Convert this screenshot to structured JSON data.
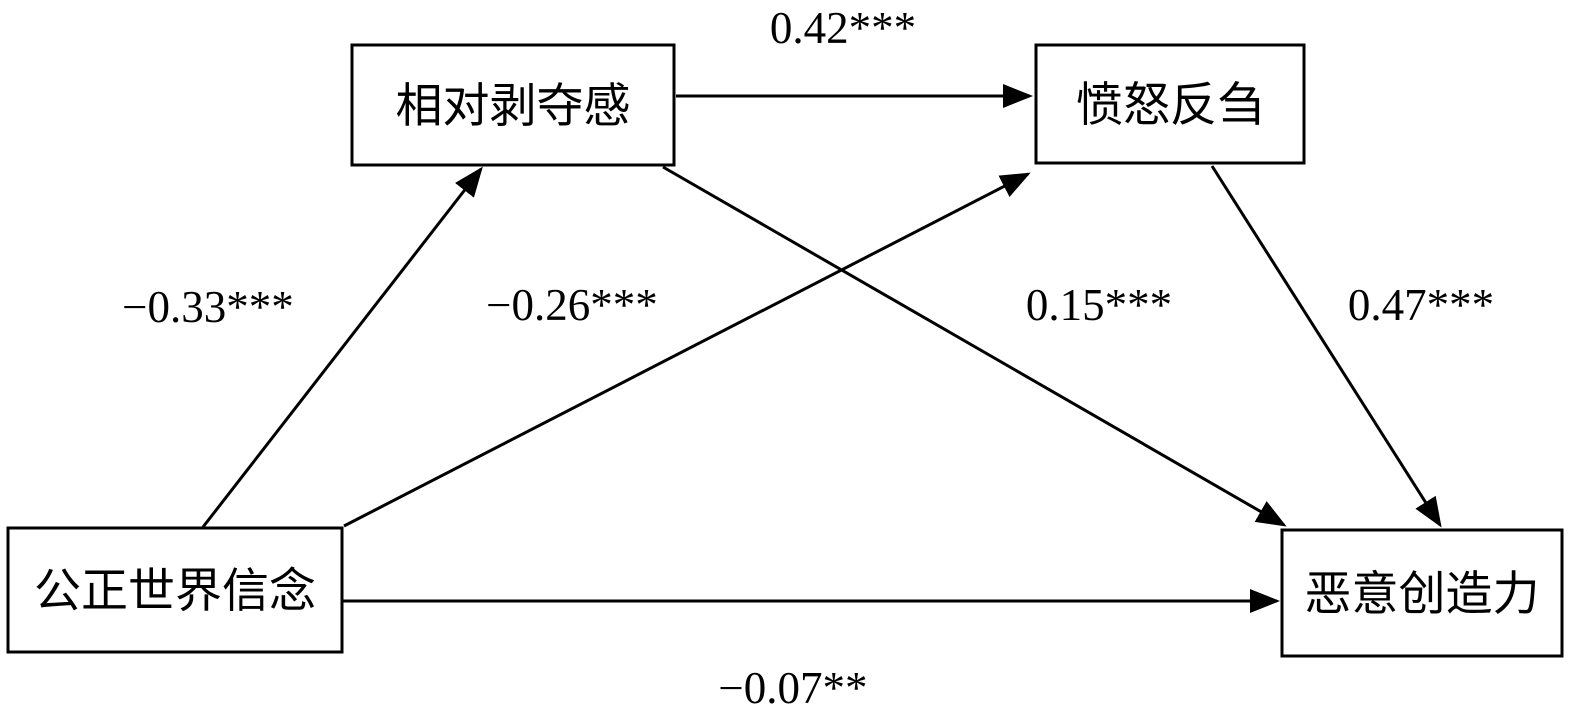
{
  "figure": {
    "type": "path-diagram",
    "description": "Mediation model path diagram with standardized coefficients",
    "colors": {
      "background": "#ffffff",
      "line": "#000000",
      "box_border": "#000000",
      "text": "#000000"
    },
    "nodes": {
      "just_world_belief": {
        "label": "公正世界信念"
      },
      "relative_deprivation": {
        "label": "相对剥夺感"
      },
      "anger_rumination": {
        "label": "愤怒反刍"
      },
      "malevolent_creativity": {
        "label": "恶意创造力"
      }
    },
    "paths": {
      "rd_to_ar": {
        "from": "相对剥夺感",
        "to": "愤怒反刍",
        "coef": "0.42***"
      },
      "jw_to_rd": {
        "from": "公正世界信念",
        "to": "相对剥夺感",
        "coef": "−0.33***"
      },
      "jw_to_ar": {
        "from": "公正世界信念",
        "to": "愤怒反刍",
        "coef": "−0.26***"
      },
      "rd_to_mc": {
        "from": "相对剥夺感",
        "to": "恶意创造力",
        "coef": "0.15***"
      },
      "ar_to_mc": {
        "from": "愤怒反刍",
        "to": "恶意创造力",
        "coef": "0.47***"
      },
      "jw_to_mc": {
        "from": "公正世界信念",
        "to": "恶意创造力",
        "coef": "−0.07**"
      }
    }
  }
}
